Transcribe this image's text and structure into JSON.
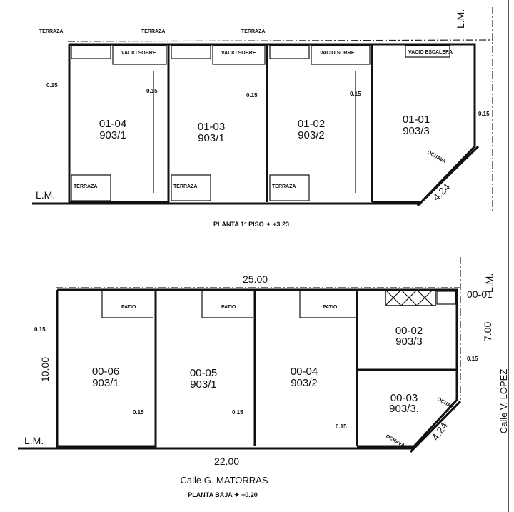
{
  "title_upper": "PLANTA 1° PISO ✦ +3.23",
  "title_lower": "PLANTA BAJA ✦ +0.20",
  "streets": {
    "bottom": "Calle G. MATORRAS",
    "right": "Calle V. LOPEZ"
  },
  "line_marks": {
    "lm_top_right": "L.M.",
    "lm_top_left": "L.M.",
    "lm_bottom_left": "L.M.",
    "lm_bottom_right": "L.M."
  },
  "upper_units": [
    {
      "code": "01-04",
      "parcel": "903/1"
    },
    {
      "code": "01-03",
      "parcel": "903/1"
    },
    {
      "code": "01-02",
      "parcel": "903/2"
    },
    {
      "code": "01-01",
      "parcel": "903/3"
    }
  ],
  "lower_units": [
    {
      "code": "00-06",
      "parcel": "903/1"
    },
    {
      "code": "00-05",
      "parcel": "903/1"
    },
    {
      "code": "00-04",
      "parcel": "903/2"
    },
    {
      "code": "00-02",
      "parcel": "903/3"
    },
    {
      "code": "00-03",
      "parcel": "903/3."
    },
    {
      "code": "00-01",
      "parcel": ""
    }
  ],
  "labels": {
    "terraza": "TERRAZA",
    "patio": "PATIO",
    "vacio": "VACIO SOBRE",
    "vacio_escalera": "VACIO ESCALERA",
    "ochava": "OCHAVA"
  },
  "dimensions": {
    "front_total": "25.00",
    "depth_total": "10.00",
    "side_lopez": "7.00",
    "chamfer_upper": "4.24",
    "chamfer_lower": "4.24",
    "matorras_len": "22.00",
    "wall": "0.15"
  }
}
